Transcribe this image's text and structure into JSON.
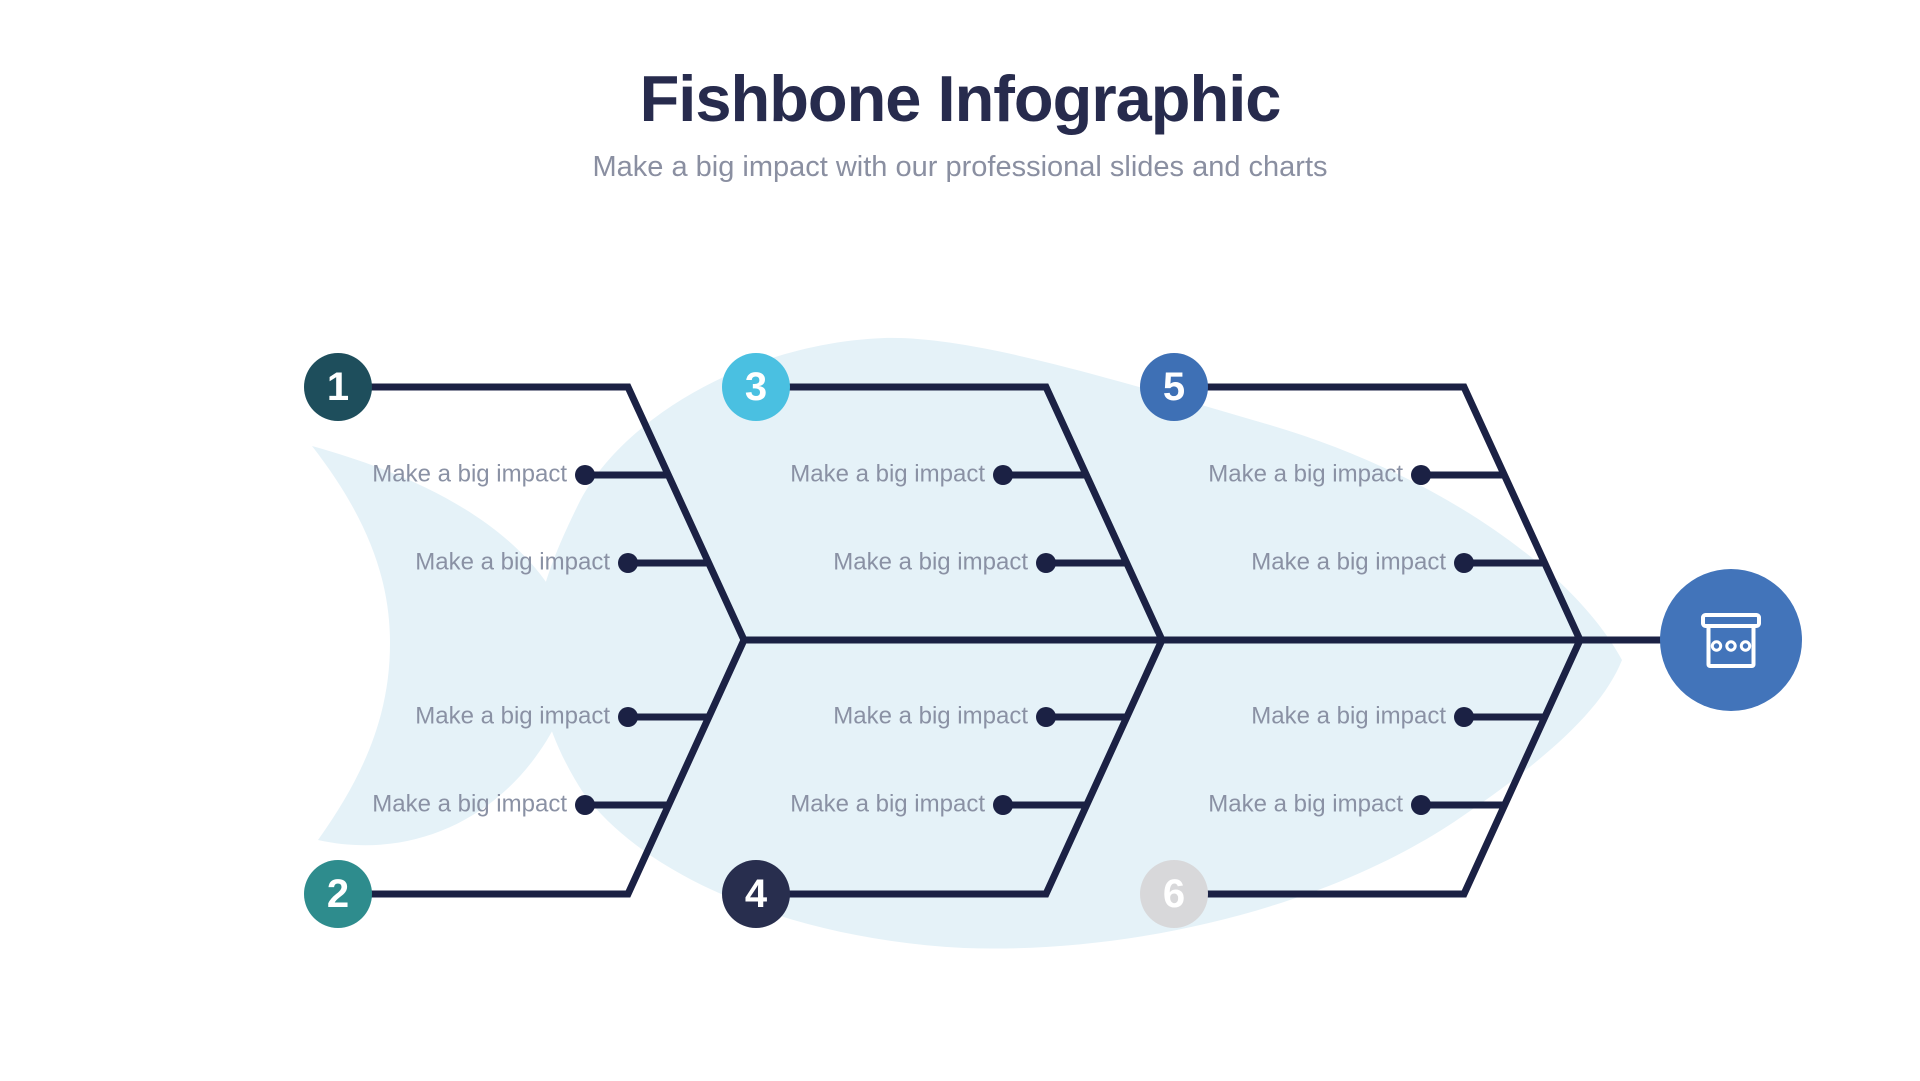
{
  "header": {
    "title": "Fishbone Infographic",
    "subtitle": "Make a big impact with our professional slides and charts"
  },
  "sections": [
    {
      "number": "1",
      "color": "#1E4E5C",
      "position": "top-left",
      "items": [
        "Make a big impact",
        "Make a big impact"
      ]
    },
    {
      "number": "2",
      "color": "#2E8C8D",
      "position": "bottom-left",
      "items": [
        "Make a big impact",
        "Make a big impact"
      ]
    },
    {
      "number": "3",
      "color": "#4AC0E1",
      "position": "top-middle",
      "items": [
        "Make a big impact",
        "Make a big impact"
      ]
    },
    {
      "number": "4",
      "color": "#282E4E",
      "position": "bottom-middle",
      "items": [
        "Make a big impact",
        "Make a big impact"
      ]
    },
    {
      "number": "5",
      "color": "#3E70B5",
      "position": "top-right",
      "items": [
        "Make a big impact",
        "Make a big impact"
      ]
    },
    {
      "number": "6",
      "color": "#D8D8DA",
      "position": "bottom-right",
      "items": [
        "Make a big impact",
        "Make a big impact"
      ]
    }
  ],
  "head": {
    "icon": "archive-box-icon",
    "circle_color": "#4274BA"
  },
  "colors": {
    "line": "#1B2144",
    "label_text": "#8A91A4",
    "title_text": "#272B4D",
    "subtitle_text": "#8A8FA1",
    "fish_watermark": "#E5F2F8",
    "number_text": "#FFFFFF",
    "background": "#FFFFFF"
  }
}
